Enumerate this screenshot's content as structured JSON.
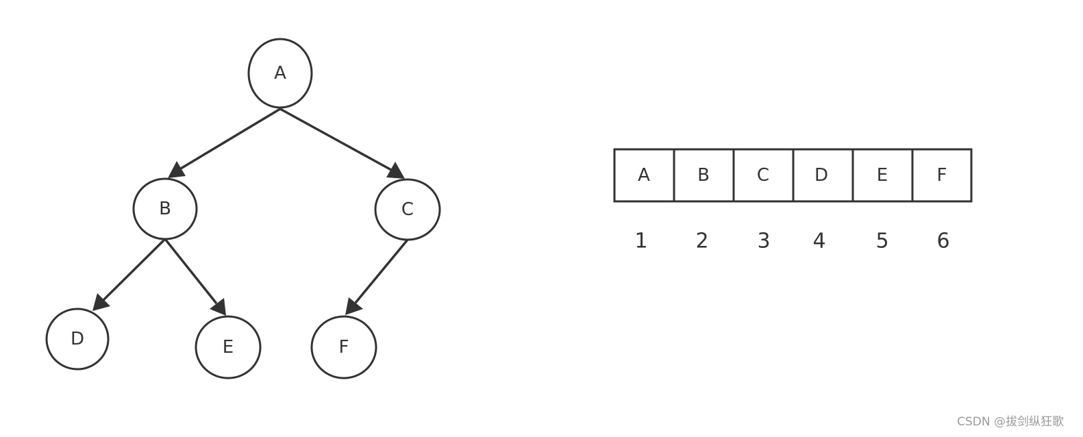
{
  "tree": {
    "nodes": [
      {
        "id": "A",
        "label": "A"
      },
      {
        "id": "B",
        "label": "B"
      },
      {
        "id": "C",
        "label": "C"
      },
      {
        "id": "D",
        "label": "D"
      },
      {
        "id": "E",
        "label": "E"
      },
      {
        "id": "F",
        "label": "F"
      }
    ],
    "edges": [
      {
        "from": "A",
        "to": "B"
      },
      {
        "from": "A",
        "to": "C"
      },
      {
        "from": "B",
        "to": "D"
      },
      {
        "from": "B",
        "to": "E"
      },
      {
        "from": "C",
        "to": "F"
      }
    ]
  },
  "array": {
    "cells": [
      "A",
      "B",
      "C",
      "D",
      "E",
      "F"
    ],
    "indices": [
      "1",
      "2",
      "3",
      "4",
      "5",
      "6"
    ]
  },
  "watermark": "CSDN @拔剑纵狂歌"
}
